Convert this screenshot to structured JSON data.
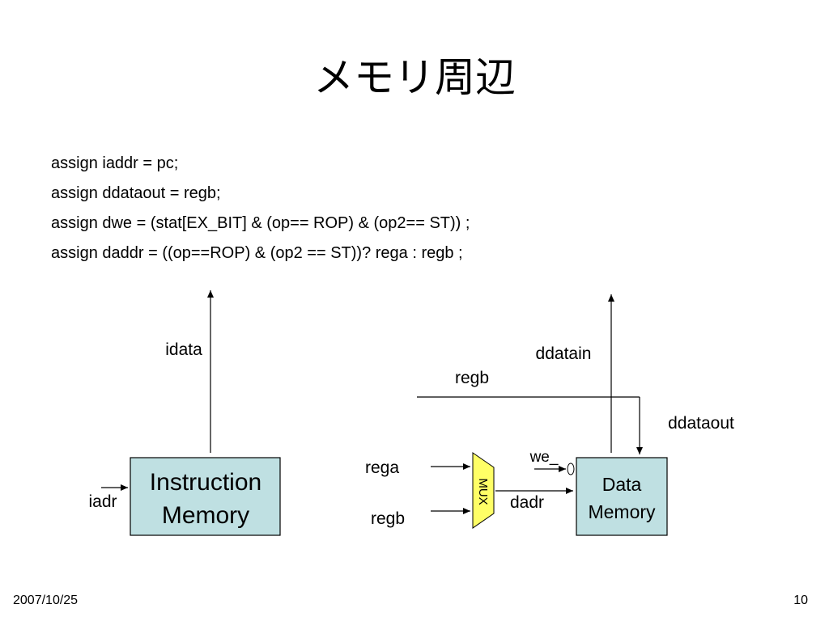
{
  "slide": {
    "title": "メモリ周辺",
    "code_lines": [
      "assign iaddr = pc;",
      "assign ddataout = regb;",
      "assign dwe = (stat[EX_BIT] & (op== ROP) & (op2== ST)) ;",
      "assign daddr = ((op==ROP) & (op2 == ST))? rega : regb ;"
    ],
    "footer": {
      "date": "2007/10/25",
      "page": "10"
    }
  },
  "diagram": {
    "instruction_memory": {
      "line1": "Instruction",
      "line2": "Memory"
    },
    "data_memory": {
      "line1": "Data",
      "line2": "Memory"
    },
    "mux_label": "MUX",
    "labels": {
      "idata": "idata",
      "iadr": "iadr",
      "rega": "rega",
      "regb_mux": "regb",
      "regb_top": "regb",
      "ddatain": "ddatain",
      "ddataout": "ddataout",
      "we": "we_",
      "dadr": "dadr"
    },
    "colors": {
      "box_fill": "#bfe0e2",
      "mux_fill": "#ffff66",
      "line": "#000000"
    }
  }
}
